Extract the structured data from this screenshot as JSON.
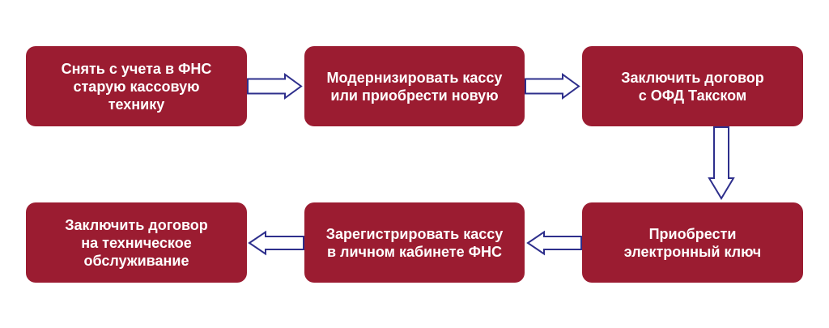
{
  "diagram": {
    "steps": [
      {
        "id": "s1",
        "label": "Снять с учета в ФНС\nстарую кассовую\nтехнику"
      },
      {
        "id": "s2",
        "label": "Модернизировать кассу\nили приобрести новую"
      },
      {
        "id": "s3",
        "label": "Заключить договор\nс ОФД Такском"
      },
      {
        "id": "s4",
        "label": "Приобрести\nэлектронный ключ"
      },
      {
        "id": "s5",
        "label": "Зарегистрировать кассу\nв личном кабинете ФНС"
      },
      {
        "id": "s6",
        "label": "Заключить договор\nна техническое\nобслуживание"
      }
    ],
    "connections": [
      {
        "from": "s1",
        "to": "s2"
      },
      {
        "from": "s2",
        "to": "s3"
      },
      {
        "from": "s3",
        "to": "s4"
      },
      {
        "from": "s4",
        "to": "s5"
      },
      {
        "from": "s5",
        "to": "s6"
      }
    ]
  },
  "colors": {
    "box_fill": "#9b1c31",
    "box_text": "#ffffff",
    "arrow_stroke": "#2e2f8c",
    "arrow_fill": "#ffffff",
    "background": "#ffffff"
  }
}
